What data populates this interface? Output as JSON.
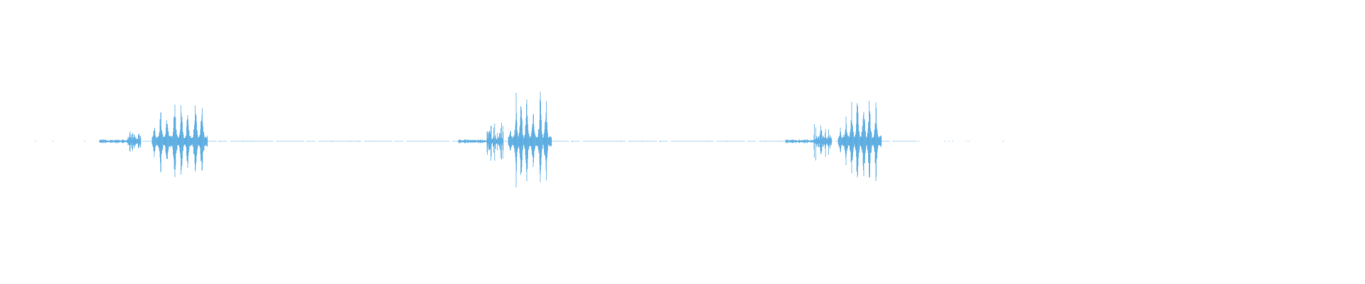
{
  "chart_data": {
    "type": "waveform",
    "color": "#5dade2",
    "axes_visible": false,
    "grid": false,
    "ylim": [
      -1,
      1
    ],
    "bursts": [
      {
        "noise": {
          "t_start": 180,
          "t_end": 198,
          "amp": 0.18
        },
        "peaks": [
          {
            "t": 217,
            "amp": 0.28
          },
          {
            "t": 226,
            "amp": 0.65
          },
          {
            "t": 235,
            "amp": 0.55
          },
          {
            "t": 246,
            "amp": 0.93
          },
          {
            "t": 255,
            "amp": 0.8
          },
          {
            "t": 264,
            "amp": 0.6
          },
          {
            "t": 275,
            "amp": 0.88
          },
          {
            "t": 284,
            "amp": 0.85
          }
        ]
      },
      {
        "noise": {
          "t_start": 685,
          "t_end": 708,
          "amp": 0.3
        },
        "peaks": [
          {
            "t": 718,
            "amp": 0.25
          },
          {
            "t": 726,
            "amp": 0.7
          },
          {
            "t": 733,
            "amp": 0.78
          },
          {
            "t": 741,
            "amp": 0.83
          },
          {
            "t": 750,
            "amp": 0.57
          },
          {
            "t": 760,
            "amp": 0.85
          },
          {
            "t": 768,
            "amp": 0.85
          }
        ]
      },
      {
        "noise": {
          "t_start": 1145,
          "t_end": 1170,
          "amp": 0.27
        },
        "peaks": [
          {
            "t": 1182,
            "amp": 0.2
          },
          {
            "t": 1190,
            "amp": 0.45
          },
          {
            "t": 1198,
            "amp": 0.6
          },
          {
            "t": 1206,
            "amp": 0.9
          },
          {
            "t": 1215,
            "amp": 0.95
          },
          {
            "t": 1223,
            "amp": 0.98
          },
          {
            "t": 1232,
            "amp": 0.75
          }
        ]
      }
    ],
    "baseline": {
      "t_start": 50,
      "t_end": 1430
    }
  }
}
